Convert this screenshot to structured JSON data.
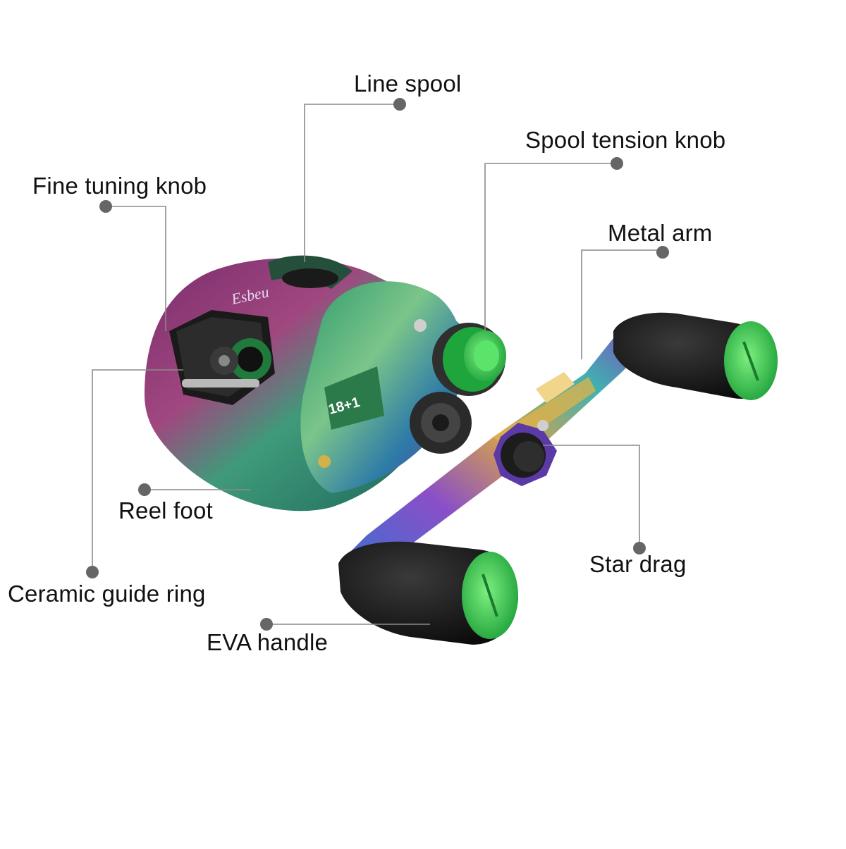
{
  "brand": "Esbeu",
  "gear_ratio": "18+1",
  "colors": {
    "accent_green": "#3fdc5a",
    "body_purple": "#7a2e6e",
    "body_teal": "#2e8c72",
    "knob_black": "#151515",
    "leader_line": "#8a8a8a",
    "dot": "#666666"
  },
  "labels": {
    "line_spool": "Line spool",
    "spool_tension_knob": "Spool tension knob",
    "fine_tuning_knob": "Fine tuning knob",
    "metal_arm": "Metal arm",
    "reel_foot": "Reel foot",
    "star_drag": "Star drag",
    "ceramic_guide_ring": "Ceramic guide ring",
    "eva_handle": "EVA handle"
  }
}
